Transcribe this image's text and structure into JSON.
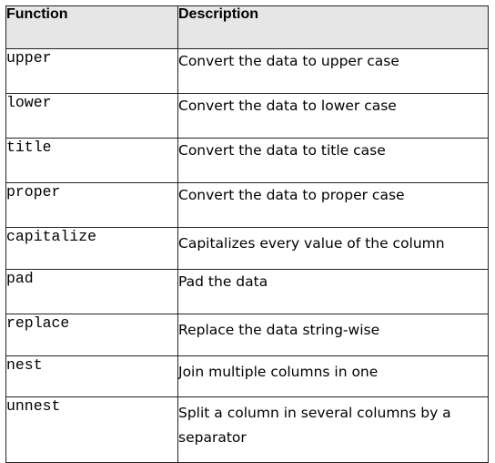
{
  "table": {
    "headers": {
      "function": "Function",
      "description": "Description"
    },
    "rows": [
      {
        "function": "upper",
        "description": "Convert the data to upper case"
      },
      {
        "function": "lower",
        "description": "Convert the data to lower case"
      },
      {
        "function": "title",
        "description": "Convert the data to title case"
      },
      {
        "function": "proper",
        "description": "Convert the data to proper case"
      },
      {
        "function": "capitalize",
        "description": "Capitalizes every value of the column"
      },
      {
        "function": "pad",
        "description": "Pad the data"
      },
      {
        "function": "replace",
        "description": "Replace the data string-wise"
      },
      {
        "function": "nest",
        "description": "Join multiple columns in one"
      },
      {
        "function": "unnest",
        "description": "Split a column in several columns by a separator"
      }
    ]
  }
}
